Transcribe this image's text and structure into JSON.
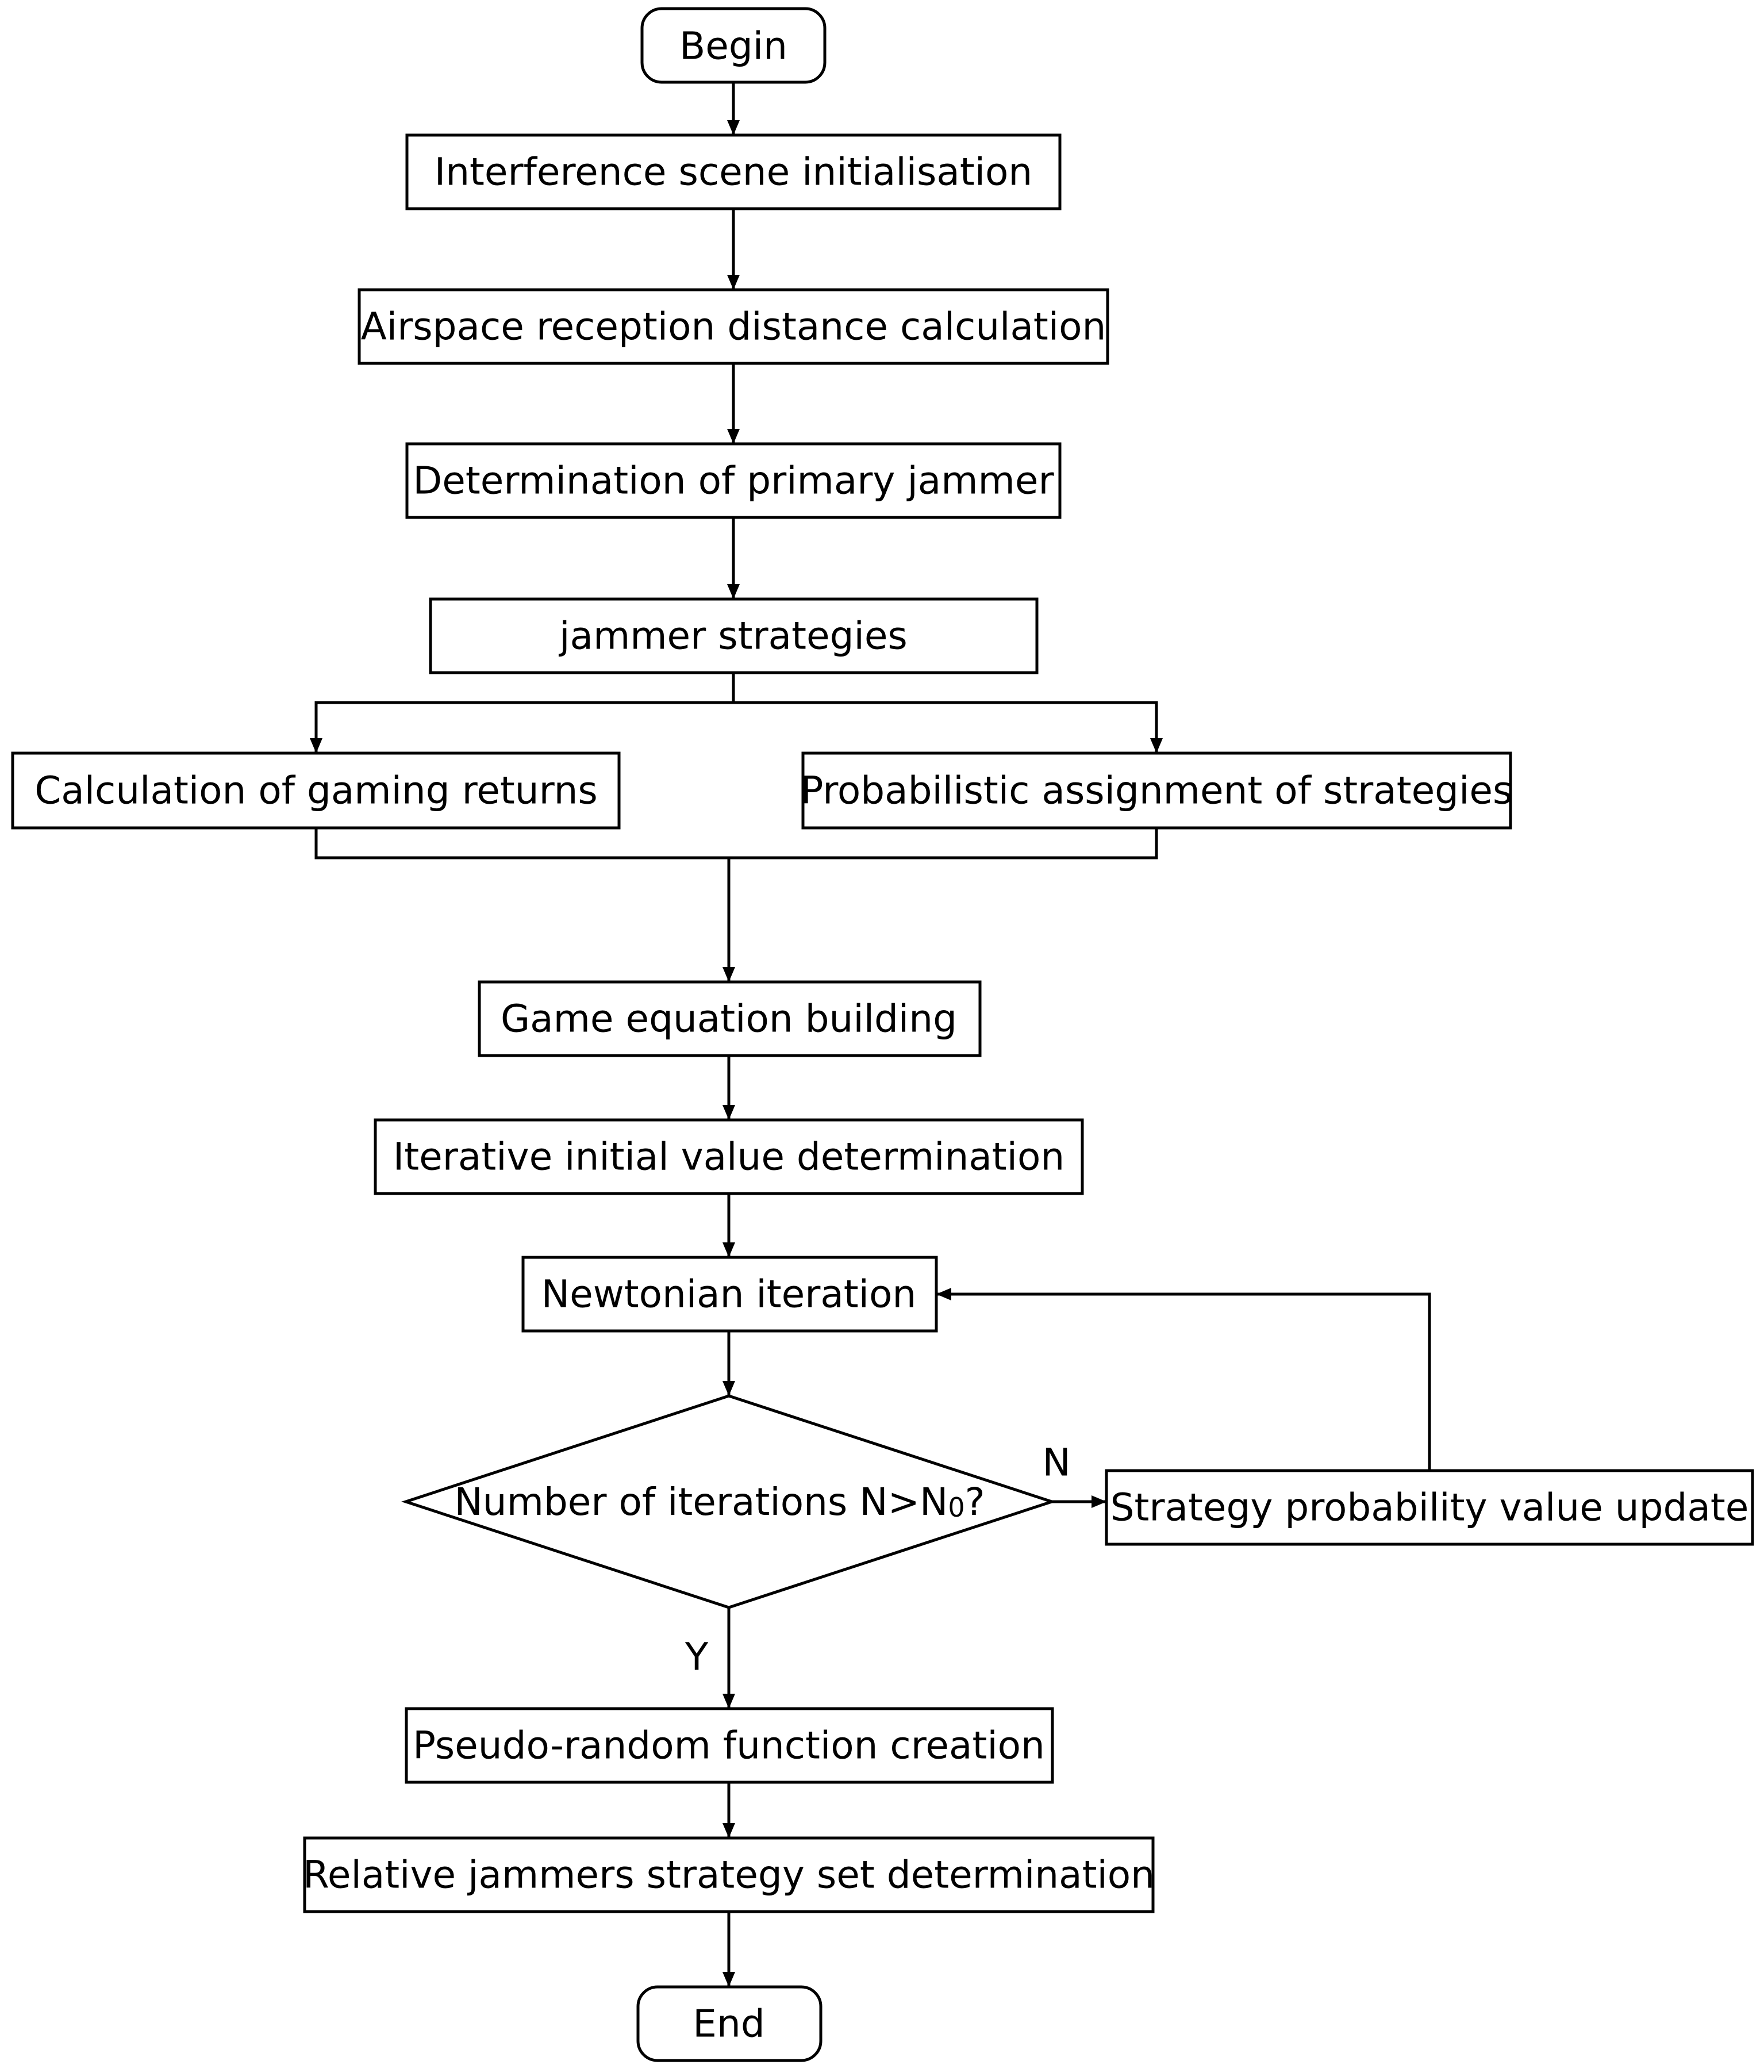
{
  "nodes": {
    "begin": "Begin",
    "init": "Interference scene initialisation",
    "airspace": "Airspace reception distance calculation",
    "primary": "Determination of primary jammer",
    "strategies": "jammer strategies",
    "returns": "Calculation of gaming returns",
    "assign": "Probabilistic assignment of strategies",
    "equation": "Game equation building",
    "initial": "Iterative initial value determination",
    "newton": "Newtonian iteration",
    "decision": "Number of iterations N>N",
    "decision_sub": "0",
    "decision_q": "?",
    "update": "Strategy probability value update",
    "pseudo": "Pseudo-random function creation",
    "relative": "Relative jammers strategy set determination",
    "end": "End"
  },
  "edge_labels": {
    "no": "N",
    "yes": "Y"
  },
  "colors": {
    "stroke": "#000000",
    "background": "#ffffff"
  }
}
